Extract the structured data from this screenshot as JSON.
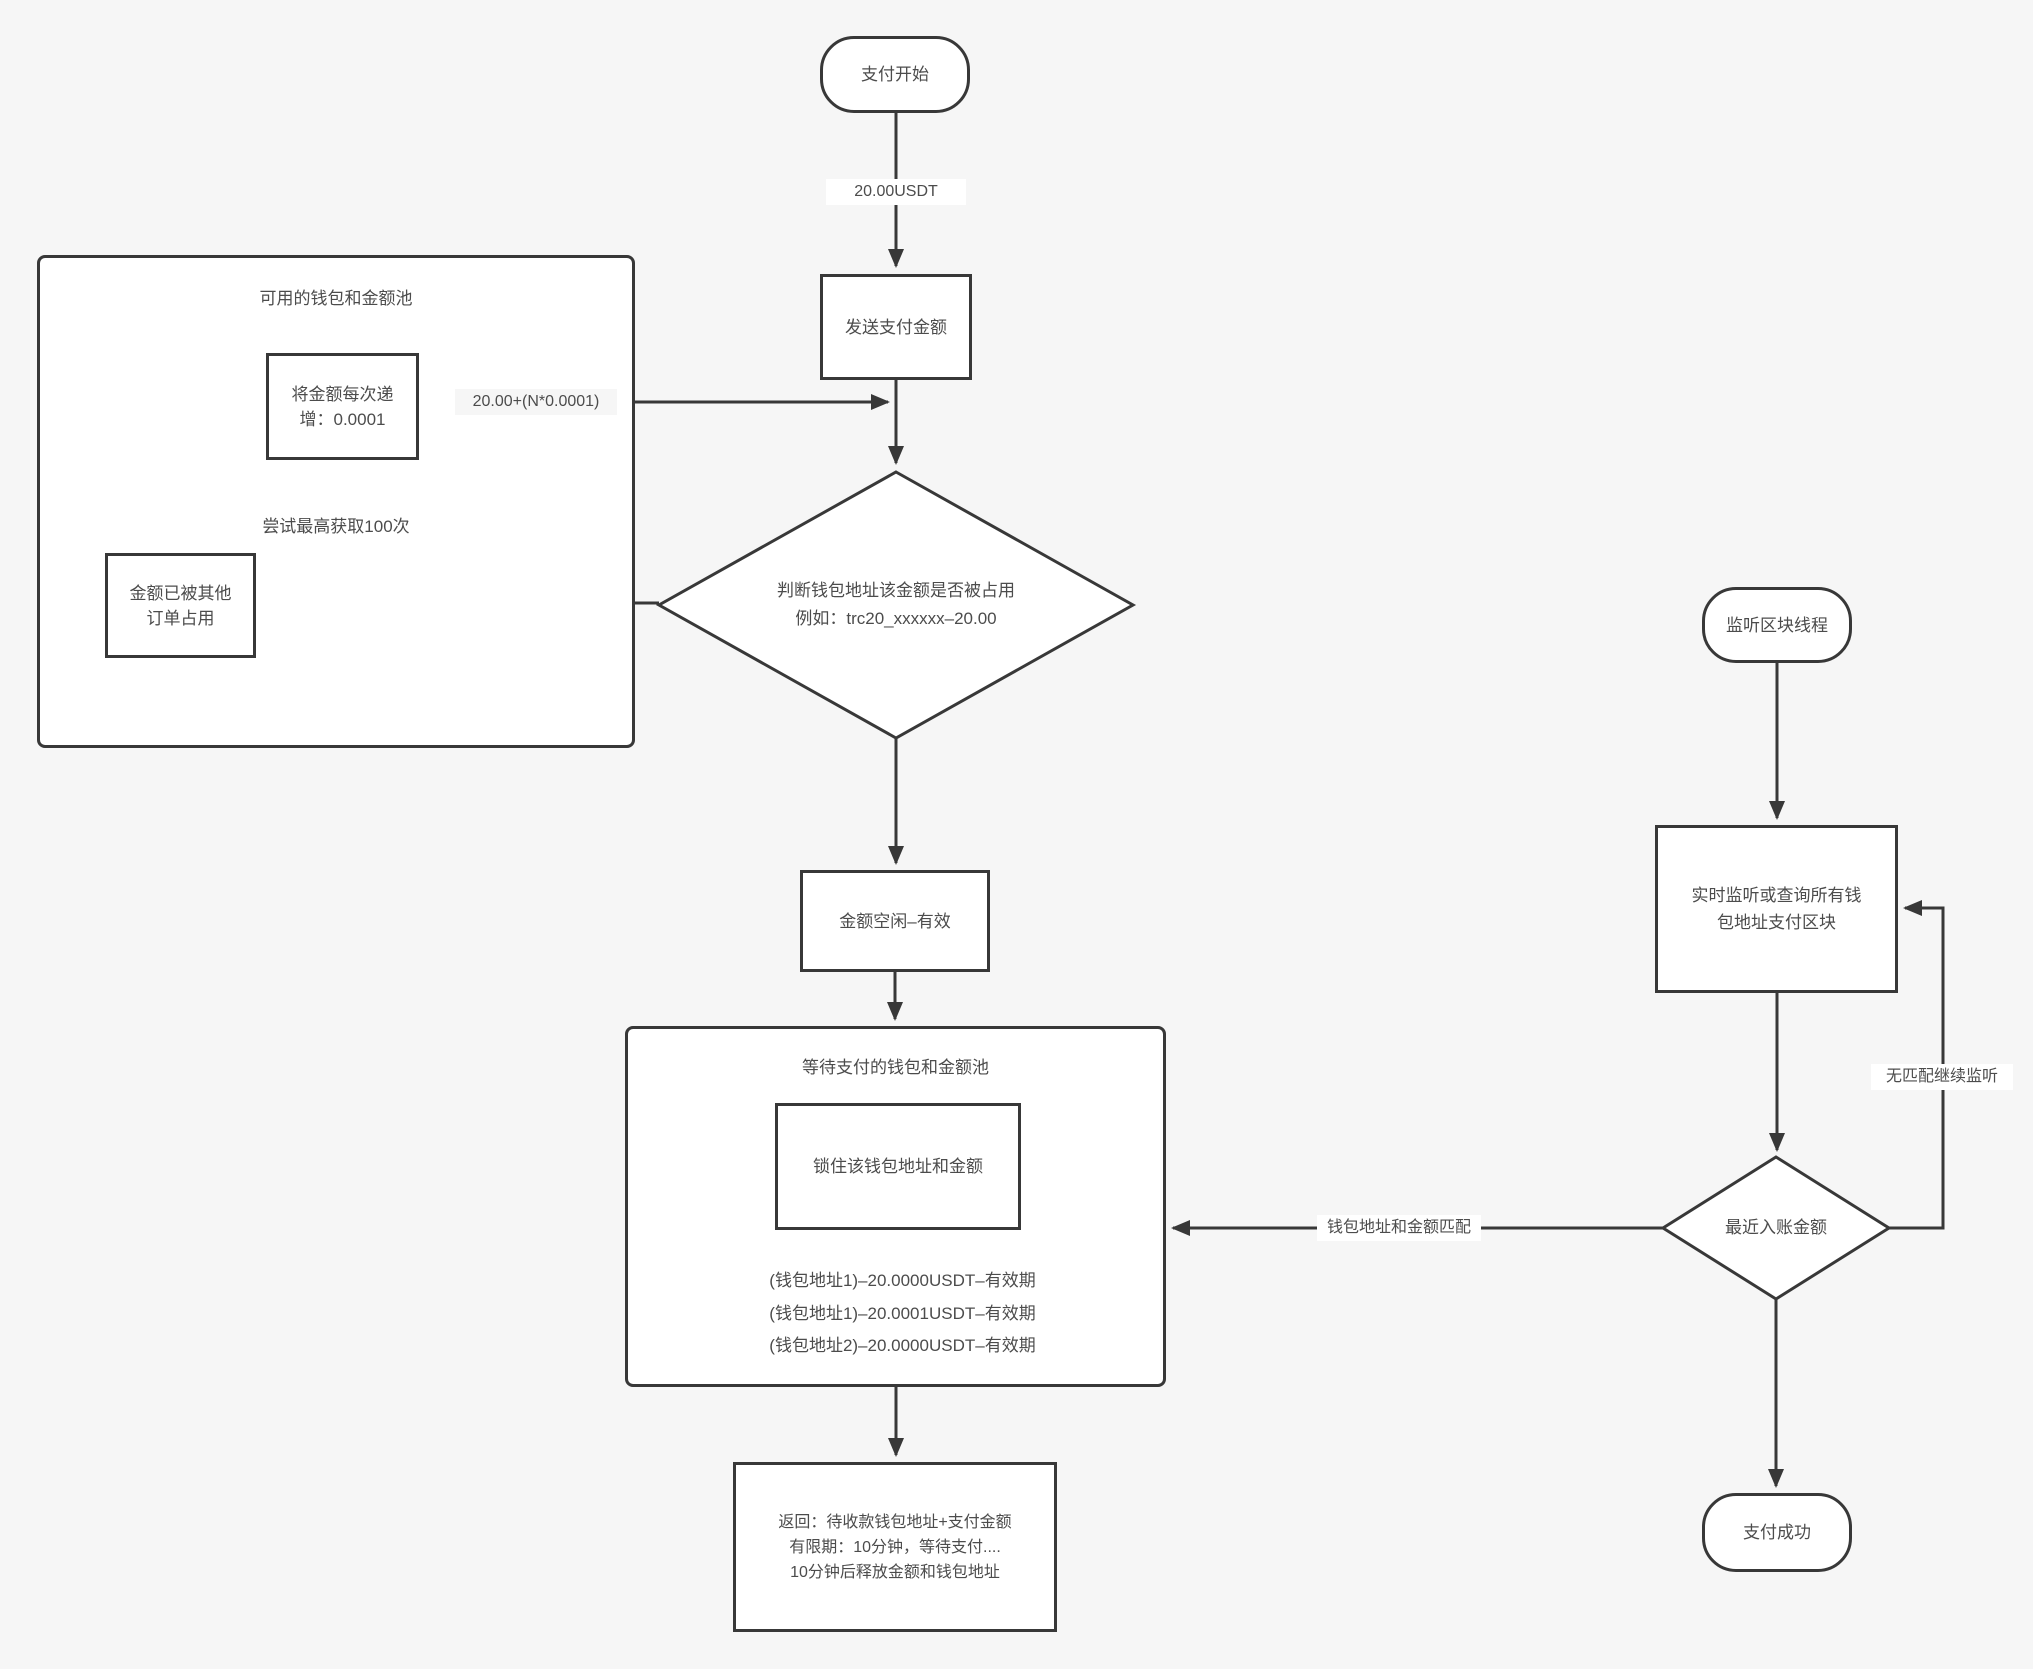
{
  "colors": {
    "background": "#f6f6f6",
    "node_fill": "#ffffff",
    "stroke": "#383838",
    "text": "#4c4c4c"
  },
  "nodes": {
    "start": {
      "label": "支付开始"
    },
    "send": {
      "label": "发送支付金额"
    },
    "decision_occupied": {
      "line1": "判断钱包地址该金额是否被占用",
      "line2": "例如：trc20_xxxxxx–20.00"
    },
    "valid": {
      "label": "金额空闲–有效"
    },
    "listener": {
      "label": "监听区块线程"
    },
    "monitor": {
      "label": "实时监听或查询所有钱包地址支付区块"
    },
    "decision_recent": {
      "label": "最近入账金额"
    },
    "success": {
      "label": "支付成功"
    }
  },
  "pool_available": {
    "title": "可用的钱包和金额池",
    "increment_box": "将金额每次递增：0.0001",
    "note": "尝试最高获取100次",
    "occupied_box": "金额已被其他订单占用"
  },
  "pool_waiting": {
    "title": "等待支付的钱包和金额池",
    "lock_box": "锁住该钱包地址和金额",
    "entries": [
      "(钱包地址1)–20.0000USDT–有效期",
      "(钱包地址1)–20.0001USDT–有效期",
      "(钱包地址2)–20.0000USDT–有效期"
    ]
  },
  "return_box": {
    "lines": [
      "返回：待收款钱包地址+支付金额",
      "有限期：10分钟，等待支付....",
      "10分钟后释放金额和钱包地址"
    ]
  },
  "edge_labels": {
    "amount": "20.00USDT",
    "increment": "20.00+(N*0.0001)",
    "match": "钱包地址和金额匹配",
    "no_match": "无匹配继续监听"
  }
}
